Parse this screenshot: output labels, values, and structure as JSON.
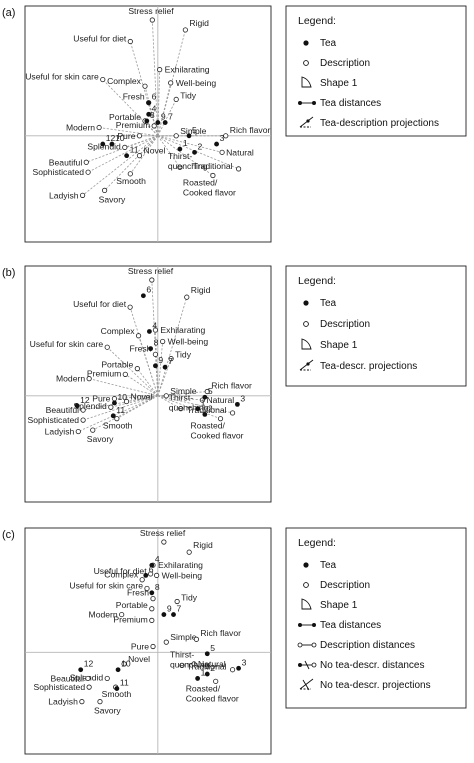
{
  "chart_data": [
    {
      "type": "scatter",
      "panel_label": "(a)",
      "axes_visible": true,
      "grid": false,
      "legend_position": "right",
      "legend": {
        "title": "Legend:",
        "items": [
          {
            "symbol": "tea",
            "label": "Tea"
          },
          {
            "symbol": "description",
            "label": "Description"
          },
          {
            "symbol": "shape",
            "label": "Shape 1"
          },
          {
            "symbol": "tea-distances",
            "label": "Tea distances"
          },
          {
            "symbol": "projections",
            "label": "Tea-description projections"
          }
        ]
      },
      "show_projections": true,
      "tea_points": [
        {
          "label": "1",
          "x": 0.12,
          "y": -0.08
        },
        {
          "label": "2",
          "x": 0.2,
          "y": -0.1
        },
        {
          "label": "3",
          "x": 0.32,
          "y": -0.05
        },
        {
          "label": "4",
          "x": -0.05,
          "y": 0.13
        },
        {
          "label": "5",
          "x": 0.17,
          "y": 0.0
        },
        {
          "label": "6",
          "x": -0.05,
          "y": 0.2
        },
        {
          "label": "7",
          "x": 0.04,
          "y": 0.08
        },
        {
          "label": "8",
          "x": -0.06,
          "y": 0.09
        },
        {
          "label": "9",
          "x": 0.0,
          "y": 0.08
        },
        {
          "label": "10",
          "x": -0.25,
          "y": -0.05
        },
        {
          "label": "11",
          "x": -0.17,
          "y": -0.12
        },
        {
          "label": "12",
          "x": -0.3,
          "y": -0.05
        }
      ],
      "description_points": [
        {
          "label": "Stress relief",
          "x": -0.03,
          "y": 0.7
        },
        {
          "label": "Rigid",
          "x": 0.15,
          "y": 0.64
        },
        {
          "label": "Useful for diet",
          "x": -0.15,
          "y": 0.57
        },
        {
          "label": "Exhilarating",
          "x": 0.01,
          "y": 0.4
        },
        {
          "label": "Well-being",
          "x": 0.07,
          "y": 0.32
        },
        {
          "label": "Useful for skin care",
          "x": -0.3,
          "y": 0.34
        },
        {
          "label": "Complex",
          "x": -0.07,
          "y": 0.3
        },
        {
          "label": "Fresh",
          "x": -0.05,
          "y": 0.2
        },
        {
          "label": "Tidy",
          "x": 0.1,
          "y": 0.22
        },
        {
          "label": "Portable",
          "x": -0.07,
          "y": 0.09
        },
        {
          "label": "Premium",
          "x": -0.02,
          "y": 0.06
        },
        {
          "label": "Modern",
          "x": -0.32,
          "y": 0.05
        },
        {
          "label": "Simple",
          "x": 0.1,
          "y": 0.0
        },
        {
          "label": "Rich flavor",
          "x": 0.37,
          "y": 0.0
        },
        {
          "label": "Pure",
          "x": -0.1,
          "y": 0.0
        },
        {
          "label": "Natural",
          "x": 0.35,
          "y": -0.1
        },
        {
          "label": "Splendid",
          "x": -0.18,
          "y": -0.07
        },
        {
          "label": "Novel",
          "x": -0.1,
          "y": -0.12
        },
        {
          "label": "Thirst-quenching",
          "x": 0.12,
          "y": -0.19
        },
        {
          "label": "Traditional",
          "x": 0.44,
          "y": -0.2
        },
        {
          "label": "Beautiful",
          "x": -0.39,
          "y": -0.16
        },
        {
          "label": "Smooth",
          "x": -0.15,
          "y": -0.23
        },
        {
          "label": "Sophisticated",
          "x": -0.38,
          "y": -0.22
        },
        {
          "label": "Roasted/Cooked flavor",
          "x": 0.3,
          "y": -0.24
        },
        {
          "label": "Savory",
          "x": -0.29,
          "y": -0.33
        },
        {
          "label": "Ladyish",
          "x": -0.41,
          "y": -0.36
        }
      ]
    },
    {
      "type": "scatter",
      "panel_label": "(b)",
      "axes_visible": true,
      "grid": false,
      "legend_position": "right",
      "legend": {
        "title": "Legend:",
        "items": [
          {
            "symbol": "tea",
            "label": "Tea"
          },
          {
            "symbol": "description",
            "label": "Description"
          },
          {
            "symbol": "shape",
            "label": "Shape 1"
          },
          {
            "symbol": "projections",
            "label": "Tea-descr. projections"
          }
        ]
      },
      "show_projections": true,
      "tea_points": [
        {
          "label": "1",
          "x": 0.33,
          "y": -0.09
        },
        {
          "label": "2",
          "x": 0.39,
          "y": -0.13
        },
        {
          "label": "3",
          "x": 0.66,
          "y": -0.06
        },
        {
          "label": "4",
          "x": -0.07,
          "y": 0.45
        },
        {
          "label": "5",
          "x": 0.39,
          "y": -0.01
        },
        {
          "label": "6",
          "x": -0.12,
          "y": 0.7
        },
        {
          "label": "7",
          "x": 0.06,
          "y": 0.2
        },
        {
          "label": "8",
          "x": -0.06,
          "y": 0.33
        },
        {
          "label": "9",
          "x": -0.02,
          "y": 0.21
        },
        {
          "label": "10",
          "x": -0.36,
          "y": -0.05
        },
        {
          "label": "11",
          "x": -0.37,
          "y": -0.14
        },
        {
          "label": "12",
          "x": -0.67,
          "y": -0.07
        }
      ],
      "description_points": [
        {
          "label": "Stress relief",
          "x": -0.05,
          "y": 0.81
        },
        {
          "label": "Rigid",
          "x": 0.24,
          "y": 0.69
        },
        {
          "label": "Useful for diet",
          "x": -0.23,
          "y": 0.62
        },
        {
          "label": "Exhilarating",
          "x": -0.02,
          "y": 0.46
        },
        {
          "label": "Well-being",
          "x": 0.04,
          "y": 0.38
        },
        {
          "label": "Useful for skin care",
          "x": -0.42,
          "y": 0.34
        },
        {
          "label": "Complex",
          "x": -0.16,
          "y": 0.42
        },
        {
          "label": "Fresh",
          "x": -0.02,
          "y": 0.29
        },
        {
          "label": "Tidy",
          "x": 0.11,
          "y": 0.26
        },
        {
          "label": "Portable",
          "x": -0.17,
          "y": 0.19
        },
        {
          "label": "Premium",
          "x": -0.27,
          "y": 0.15
        },
        {
          "label": "Modern",
          "x": -0.57,
          "y": 0.12
        },
        {
          "label": "Simple",
          "x": 0.07,
          "y": 0.0
        },
        {
          "label": "Rich flavor",
          "x": 0.41,
          "y": 0.03
        },
        {
          "label": "Pure",
          "x": -0.36,
          "y": -0.02
        },
        {
          "label": "Natural",
          "x": 0.37,
          "y": -0.03
        },
        {
          "label": "Novel",
          "x": -0.26,
          "y": -0.04
        },
        {
          "label": "Splendid",
          "x": -0.39,
          "y": -0.08
        },
        {
          "label": "Thirst-quenching",
          "x": 0.19,
          "y": -0.09
        },
        {
          "label": "Traditional",
          "x": 0.62,
          "y": -0.12
        },
        {
          "label": "Beautiful",
          "x": -0.62,
          "y": -0.1
        },
        {
          "label": "Smooth",
          "x": -0.34,
          "y": -0.16
        },
        {
          "label": "Sophisticated",
          "x": -0.62,
          "y": -0.17
        },
        {
          "label": "Roasted/Cooked flavor",
          "x": 0.52,
          "y": -0.16
        },
        {
          "label": "Savory",
          "x": -0.54,
          "y": -0.24
        },
        {
          "label": "Ladyish",
          "x": -0.66,
          "y": -0.25
        }
      ]
    },
    {
      "type": "scatter",
      "panel_label": "(c)",
      "axes_visible": true,
      "grid": false,
      "legend_position": "right",
      "legend": {
        "title": "Legend:",
        "items": [
          {
            "symbol": "tea",
            "label": "Tea"
          },
          {
            "symbol": "description",
            "label": "Description"
          },
          {
            "symbol": "shape",
            "label": "Shape 1"
          },
          {
            "symbol": "tea-distances",
            "label": "Tea distances"
          },
          {
            "symbol": "descr-distances",
            "label": "Description distances"
          },
          {
            "symbol": "no-tea-descr-distances",
            "label": "No tea-descr. distances"
          },
          {
            "symbol": "no-projections",
            "label": "No tea-descr. projections"
          }
        ]
      },
      "show_projections": false,
      "tea_points": [
        {
          "label": "1",
          "x": 0.33,
          "y": -0.18
        },
        {
          "label": "2",
          "x": 0.41,
          "y": -0.15
        },
        {
          "label": "3",
          "x": 0.67,
          "y": -0.11
        },
        {
          "label": "4",
          "x": -0.05,
          "y": 0.6
        },
        {
          "label": "5",
          "x": 0.41,
          "y": -0.01
        },
        {
          "label": "6",
          "x": -0.1,
          "y": 0.53
        },
        {
          "label": "7",
          "x": 0.13,
          "y": 0.26
        },
        {
          "label": "8",
          "x": -0.05,
          "y": 0.41
        },
        {
          "label": "9",
          "x": 0.05,
          "y": 0.26
        },
        {
          "label": "10",
          "x": -0.33,
          "y": -0.12
        },
        {
          "label": "11",
          "x": -0.34,
          "y": -0.25
        },
        {
          "label": "12",
          "x": -0.64,
          "y": -0.12
        }
      ],
      "description_points": [
        {
          "label": "Stress relief",
          "x": 0.05,
          "y": 0.76
        },
        {
          "label": "Rigid",
          "x": 0.26,
          "y": 0.69
        },
        {
          "label": "Useful for diet",
          "x": -0.06,
          "y": 0.54
        },
        {
          "label": "Exhilarating",
          "x": -0.04,
          "y": 0.6
        },
        {
          "label": "Well-being",
          "x": -0.01,
          "y": 0.53
        },
        {
          "label": "Useful for skin care",
          "x": -0.09,
          "y": 0.44
        },
        {
          "label": "Complex",
          "x": -0.13,
          "y": 0.5
        },
        {
          "label": "Fresh",
          "x": -0.04,
          "y": 0.37
        },
        {
          "label": "Tidy",
          "x": 0.16,
          "y": 0.35
        },
        {
          "label": "Portable",
          "x": -0.05,
          "y": 0.3
        },
        {
          "label": "Premium",
          "x": -0.05,
          "y": 0.22
        },
        {
          "label": "Modern",
          "x": -0.3,
          "y": 0.26
        },
        {
          "label": "Simple",
          "x": 0.07,
          "y": 0.07
        },
        {
          "label": "Rich flavor",
          "x": 0.32,
          "y": 0.09
        },
        {
          "label": "Pure",
          "x": -0.04,
          "y": 0.04
        },
        {
          "label": "Natural",
          "x": 0.3,
          "y": -0.08
        },
        {
          "label": "Novel",
          "x": -0.28,
          "y": -0.08
        },
        {
          "label": "Splendid",
          "x": -0.42,
          "y": -0.18
        },
        {
          "label": "Thirst-quenching",
          "x": 0.2,
          "y": -0.09
        },
        {
          "label": "Traditional",
          "x": 0.62,
          "y": -0.12
        },
        {
          "label": "Beautiful",
          "x": -0.58,
          "y": -0.18
        },
        {
          "label": "Smooth",
          "x": -0.35,
          "y": -0.24
        },
        {
          "label": "Sophisticated",
          "x": -0.57,
          "y": -0.24
        },
        {
          "label": "Roasted/Cooked flavor",
          "x": 0.48,
          "y": -0.2
        },
        {
          "label": "Savory",
          "x": -0.48,
          "y": -0.34
        },
        {
          "label": "Ladyish",
          "x": -0.63,
          "y": -0.34
        }
      ]
    }
  ]
}
